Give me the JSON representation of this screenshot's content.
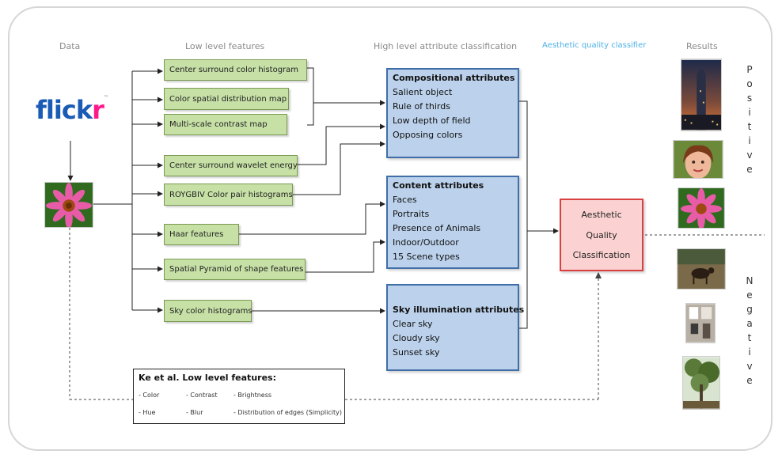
{
  "headers": {
    "data": "Data",
    "low": "Low level features",
    "high": "High level attribute classification",
    "aesthetic": "Aesthetic quality classifier",
    "results": "Results"
  },
  "source_logo": {
    "text_a": "flick",
    "text_b": "r",
    "tm": "™"
  },
  "low_features": [
    "Center surround color histogram",
    "Color spatial distribution map",
    "Multi-scale contrast map",
    "Center surround wavelet energy",
    "ROYGBIV Color pair histograms",
    "Haar features",
    "Spatial Pyramid of shape features",
    "Sky color histograms"
  ],
  "compositional": {
    "title": "Compositional attributes",
    "items": [
      "Salient object",
      "Rule of thirds",
      "Low depth of field",
      "Opposing colors"
    ]
  },
  "content": {
    "title": "Content attributes",
    "items": [
      "Faces",
      "Portraits",
      "Presence of Animals",
      "Indoor/Outdoor",
      "15 Scene types"
    ]
  },
  "sky": {
    "title": "Sky illumination  attributes",
    "items": [
      "Clear sky",
      "Cloudy sky",
      "Sunset sky"
    ]
  },
  "classifier": {
    "line1": "Aesthetic",
    "line2": "Quality",
    "line3": "Classification"
  },
  "ke_et_al": {
    "title": "Ke et al. Low level features:",
    "items": [
      "- Color",
      "- Contrast",
      "- Brightness",
      "- Hue",
      "- Blur",
      "- Distribution of edges (Simplicity)"
    ]
  },
  "positive_letters": [
    "P",
    "o",
    "s",
    "i",
    "t",
    "i",
    "v",
    "e"
  ],
  "negative_letters": [
    "N",
    "e",
    "g",
    "a",
    "t",
    "i",
    "v",
    "e"
  ],
  "colors": {
    "feature_fill": "#c6e0a6",
    "attribute_fill": "#bcd2ec",
    "classifier_fill": "#fbd1d1",
    "classifier_border": "#d94040",
    "aesthetic_header": "#4fb1e6"
  }
}
